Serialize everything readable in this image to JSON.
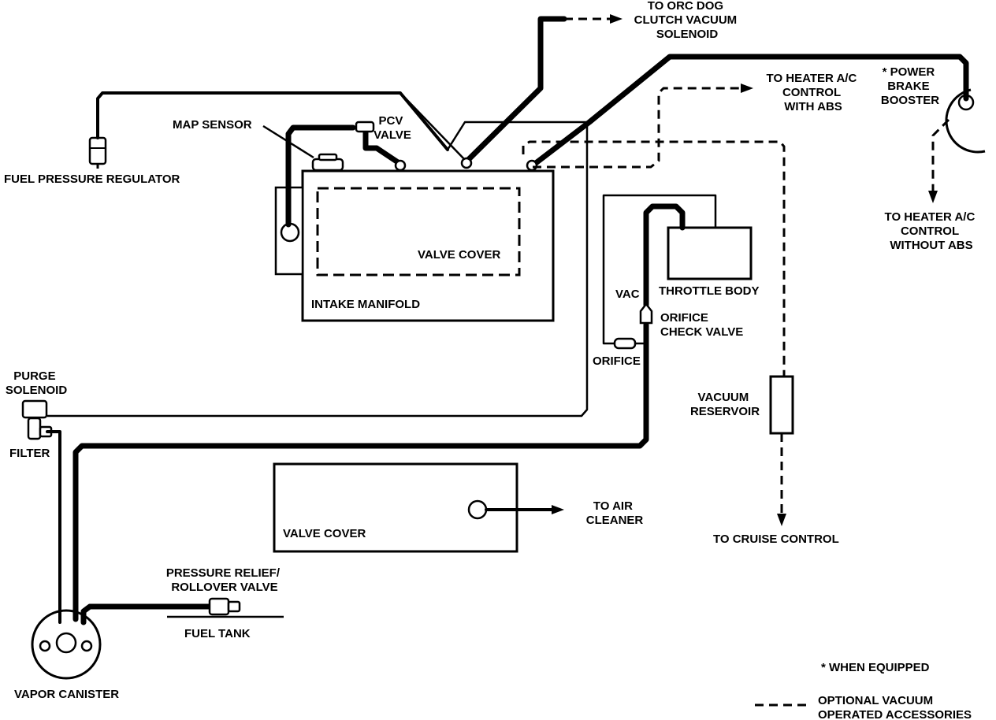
{
  "labels": {
    "orc_dog": [
      "TO ORC DOG",
      "CLUTCH VACUUM",
      "SOLENOID"
    ],
    "heater_abs": [
      "TO HEATER A/C",
      "CONTROL",
      "WITH ABS"
    ],
    "power_brake": [
      "* POWER",
      "BRAKE",
      "BOOSTER"
    ],
    "map_sensor": "MAP SENSOR",
    "pcv_valve": [
      "PCV",
      "VALVE"
    ],
    "fuel_pressure_regulator": "FUEL PRESSURE REGULATOR",
    "valve_cover_top": "VALVE COVER",
    "intake_manifold": "INTAKE MANIFOLD",
    "heater_no_abs": [
      "TO HEATER A/C",
      "CONTROL",
      "WITHOUT ABS"
    ],
    "vac": "VAC",
    "throttle_body": "THROTTLE BODY",
    "orifice_check": [
      "ORIFICE",
      "CHECK VALVE"
    ],
    "orifice": "ORIFICE",
    "purge_solenoid": [
      "PURGE",
      "SOLENOID"
    ],
    "filter": "FILTER",
    "vacuum_reservoir": [
      "VACUUM",
      "RESERVOIR"
    ],
    "valve_cover_bottom": "VALVE COVER",
    "air_cleaner": [
      "TO AIR",
      "CLEANER"
    ],
    "cruise_control": "TO CRUISE CONTROL",
    "pressure_relief": [
      "PRESSURE RELIEF/",
      "ROLLOVER VALVE"
    ],
    "fuel_tank": "FUEL TANK",
    "vapor_canister": "VAPOR CANISTER"
  },
  "legend": {
    "when_equipped": "* WHEN EQUIPPED",
    "optional": [
      "OPTIONAL VACUUM",
      "OPERATED ACCESSORIES"
    ]
  }
}
